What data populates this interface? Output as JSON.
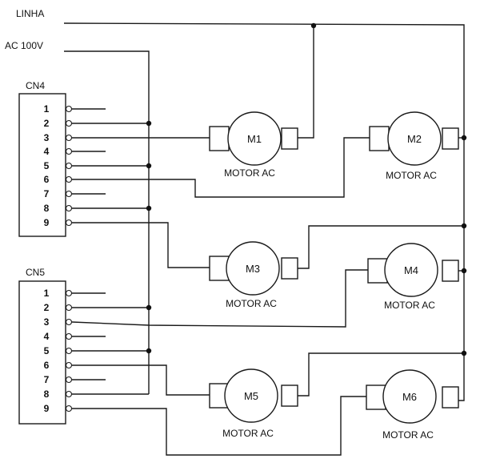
{
  "labels": {
    "line": "LINHA",
    "supply": "AC 100V",
    "connector_a": "CN4",
    "connector_b": "CN5"
  },
  "cn4_pins": [
    "1",
    "2",
    "3",
    "4",
    "5",
    "6",
    "7",
    "8",
    "9"
  ],
  "cn5_pins": [
    "1",
    "2",
    "3",
    "4",
    "5",
    "6",
    "7",
    "8",
    "9"
  ],
  "motors": [
    {
      "name": "M1",
      "caption": "MOTOR AC"
    },
    {
      "name": "M2",
      "caption": "MOTOR AC"
    },
    {
      "name": "M3",
      "caption": "MOTOR AC"
    },
    {
      "name": "M4",
      "caption": "MOTOR AC"
    },
    {
      "name": "M5",
      "caption": "MOTOR AC"
    },
    {
      "name": "M6",
      "caption": "MOTOR AC"
    }
  ]
}
